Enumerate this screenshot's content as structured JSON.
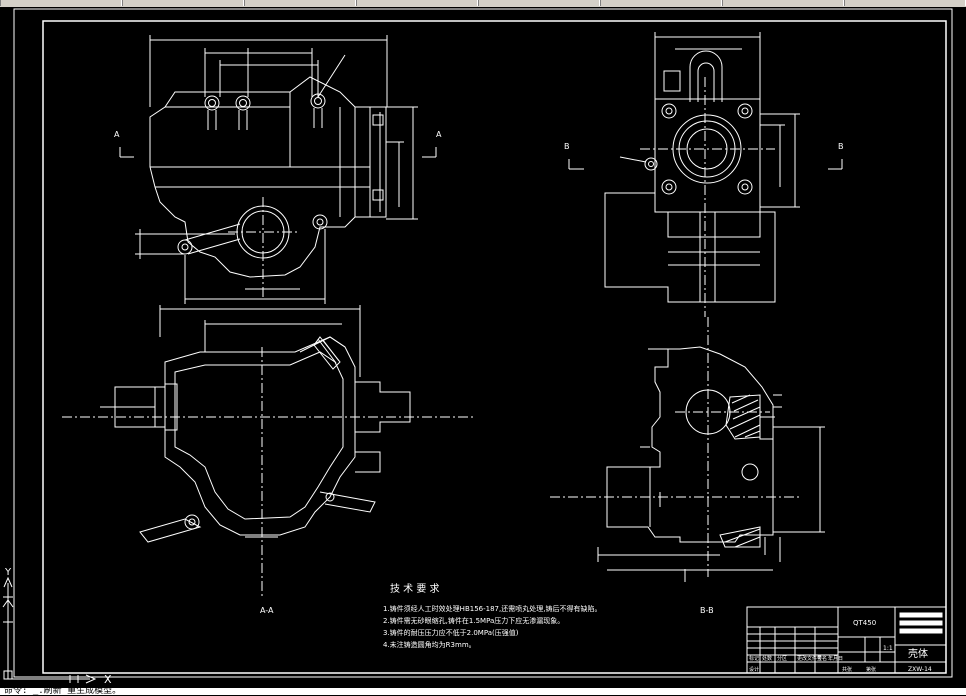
{
  "window": {
    "command_line": "命令: _.刷新   重生成模型。"
  },
  "drawing": {
    "colors": {
      "background": "#000000",
      "lines": "#ffffff",
      "ucs": "#ffffff",
      "grid_text": "#ffffff"
    },
    "section_labels": {
      "a_left": "A",
      "a_right": "A",
      "b_left": "B",
      "b_right": "B",
      "aa_view": "A-A",
      "bb_view": "B-B"
    },
    "tech_requirements": {
      "title": "技 术 要 求",
      "items": [
        "1.铸件须经人工时效处理HB156-187,还需喷丸处理,铸后不得有缺陷。",
        "2.铸件需无砂眼缩孔,铸件在1.5MPa压力下应无渗漏现象。",
        "3.铸件的耐压压力应不低于2.0MPa(压强值)",
        "4.未注铸造圆角均为R3mm。"
      ]
    },
    "title_block": {
      "material": "QT450",
      "part_name": "壳体",
      "scale": "1:1",
      "drawing_no": "ZXW-14",
      "labels": [
        "标记",
        "处数",
        "分区",
        "更改文件号",
        "签名",
        "年月日"
      ],
      "bottom_left": "设计",
      "bottom_mid": "共张",
      "bottom_mid2": "第张"
    },
    "ucs": {
      "x_label": "X",
      "y_label": "Y"
    }
  }
}
